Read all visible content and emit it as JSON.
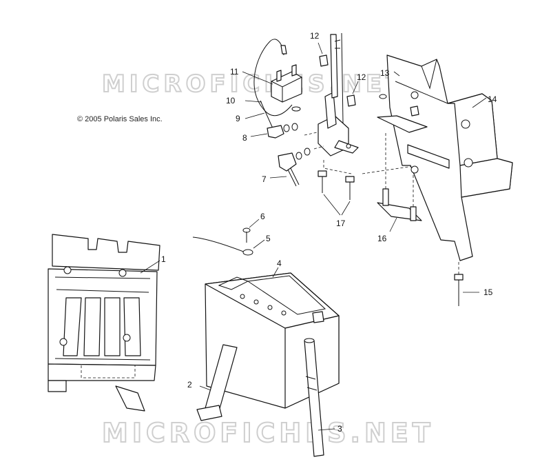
{
  "watermark": "MICROFICHES.NET",
  "copyright": "© 2005 Polaris Sales Inc.",
  "callouts": {
    "c1": "1",
    "c2": "2",
    "c3": "3",
    "c4": "4",
    "c5": "5",
    "c6": "6",
    "c7": "7",
    "c8": "8",
    "c9": "9",
    "c10": "10",
    "c11": "11",
    "c12a": "12",
    "c12b": "12",
    "c13": "13",
    "c14": "14",
    "c15": "15",
    "c16": "16",
    "c17": "17"
  }
}
